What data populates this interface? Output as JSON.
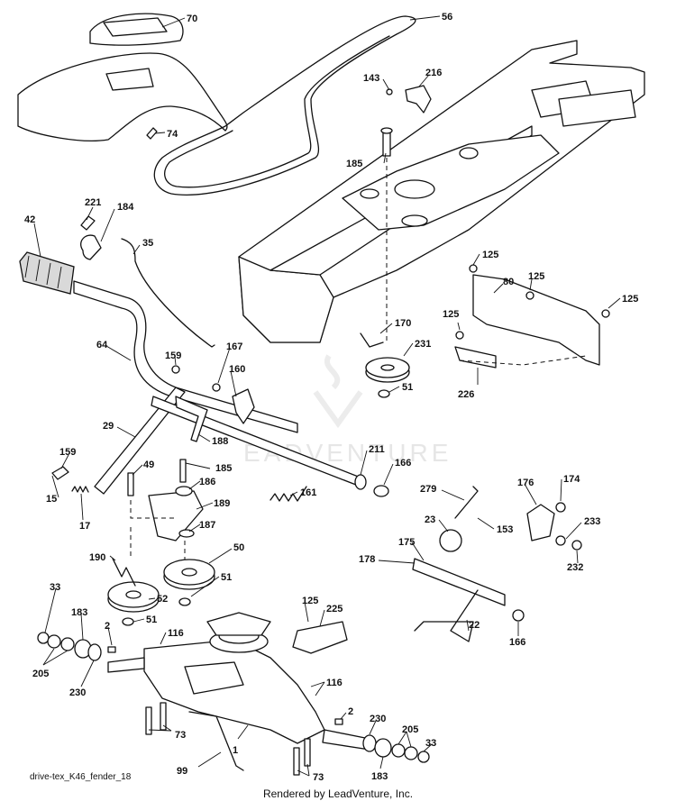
{
  "diagram": {
    "caption": "drive-tex_K46_fender_18",
    "footer": "Rendered by LeadVenture, Inc.",
    "watermark": "EADVENTURE",
    "callouts": [
      {
        "id": "c70",
        "label": "70"
      },
      {
        "id": "c56",
        "label": "56"
      },
      {
        "id": "c143",
        "label": "143"
      },
      {
        "id": "c216",
        "label": "216"
      },
      {
        "id": "c74",
        "label": "74"
      },
      {
        "id": "c185a",
        "label": "185"
      },
      {
        "id": "c221",
        "label": "221"
      },
      {
        "id": "c184",
        "label": "184"
      },
      {
        "id": "c42",
        "label": "42"
      },
      {
        "id": "c35",
        "label": "35"
      },
      {
        "id": "c125a",
        "label": "125"
      },
      {
        "id": "c80",
        "label": "80"
      },
      {
        "id": "c125b",
        "label": "125"
      },
      {
        "id": "c125c",
        "label": "125"
      },
      {
        "id": "c125d",
        "label": "125"
      },
      {
        "id": "c170",
        "label": "170"
      },
      {
        "id": "c231",
        "label": "231"
      },
      {
        "id": "c51a",
        "label": "51"
      },
      {
        "id": "c226",
        "label": "226"
      },
      {
        "id": "c64",
        "label": "64"
      },
      {
        "id": "c167",
        "label": "167"
      },
      {
        "id": "c159a",
        "label": "159"
      },
      {
        "id": "c160",
        "label": "160"
      },
      {
        "id": "c29",
        "label": "29"
      },
      {
        "id": "c188",
        "label": "188"
      },
      {
        "id": "c211",
        "label": "211"
      },
      {
        "id": "c166a",
        "label": "166"
      },
      {
        "id": "c159b",
        "label": "159"
      },
      {
        "id": "c49",
        "label": "49"
      },
      {
        "id": "c185b",
        "label": "185"
      },
      {
        "id": "c186",
        "label": "186"
      },
      {
        "id": "c15",
        "label": "15"
      },
      {
        "id": "c161",
        "label": "161"
      },
      {
        "id": "c189",
        "label": "189"
      },
      {
        "id": "c17",
        "label": "17"
      },
      {
        "id": "c187",
        "label": "187"
      },
      {
        "id": "c279",
        "label": "279"
      },
      {
        "id": "c176",
        "label": "176"
      },
      {
        "id": "c174",
        "label": "174"
      },
      {
        "id": "c23",
        "label": "23"
      },
      {
        "id": "c153",
        "label": "153"
      },
      {
        "id": "c233",
        "label": "233"
      },
      {
        "id": "c175",
        "label": "175"
      },
      {
        "id": "c232",
        "label": "232"
      },
      {
        "id": "c190",
        "label": "190"
      },
      {
        "id": "c50",
        "label": "50"
      },
      {
        "id": "c178",
        "label": "178"
      },
      {
        "id": "c51b",
        "label": "51"
      },
      {
        "id": "c33a",
        "label": "33"
      },
      {
        "id": "c52",
        "label": "52"
      },
      {
        "id": "c125e",
        "label": "125"
      },
      {
        "id": "c225",
        "label": "225"
      },
      {
        "id": "c183a",
        "label": "183"
      },
      {
        "id": "c51c",
        "label": "51"
      },
      {
        "id": "c22",
        "label": "22"
      },
      {
        "id": "c2a",
        "label": "2"
      },
      {
        "id": "c116a",
        "label": "116"
      },
      {
        "id": "c166b",
        "label": "166"
      },
      {
        "id": "c205a",
        "label": "205"
      },
      {
        "id": "c230a",
        "label": "230"
      },
      {
        "id": "c116b",
        "label": "116"
      },
      {
        "id": "c2b",
        "label": "2"
      },
      {
        "id": "c230b",
        "label": "230"
      },
      {
        "id": "c73a",
        "label": "73"
      },
      {
        "id": "c205b",
        "label": "205"
      },
      {
        "id": "c33b",
        "label": "33"
      },
      {
        "id": "c1",
        "label": "1"
      },
      {
        "id": "c99",
        "label": "99"
      },
      {
        "id": "c183b",
        "label": "183"
      },
      {
        "id": "c73b",
        "label": "73"
      }
    ]
  }
}
